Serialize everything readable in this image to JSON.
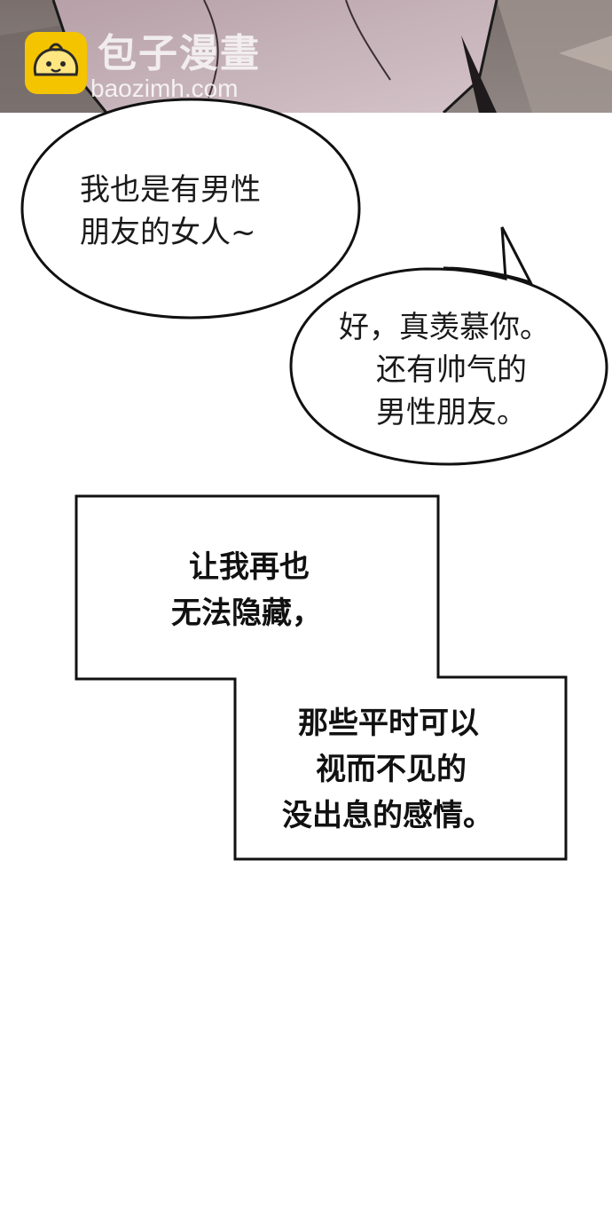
{
  "watermark": {
    "title": "包子漫畫",
    "url": "baozimh.com"
  },
  "bubble_one": {
    "lines": [
      "我也是有男性",
      "朋友的女人~"
    ]
  },
  "bubble_two": {
    "lines": [
      "好，真羡慕你。",
      "还有帅气的",
      "男性朋友。"
    ]
  },
  "caption_box": {
    "upper_lines": [
      "让我再也",
      "无法隐藏，"
    ],
    "lower_lines": [
      "那些平时可以",
      "视而不见的",
      "没出息的感情。"
    ]
  },
  "colors": {
    "background": "#ffffff",
    "ink": "#111111",
    "logo_yellow": "#f5c400"
  }
}
